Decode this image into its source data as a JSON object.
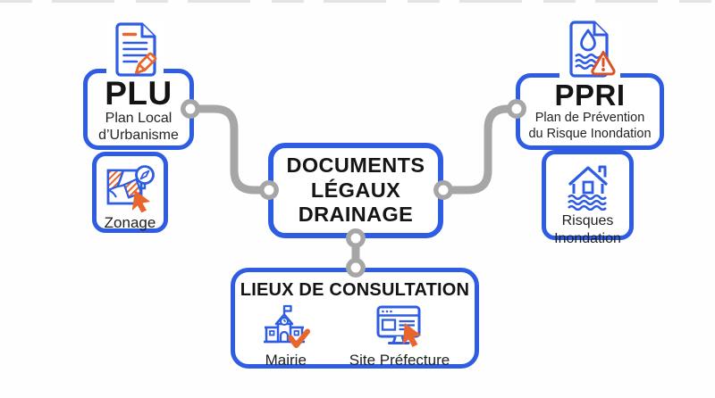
{
  "colors": {
    "box_border_blue": "#2e5ce2",
    "icon_blue": "#2e5ce2",
    "accent_orange": "#e8662d",
    "warning_red_orange": "#da5226",
    "connector_gray": "#a6a6a6",
    "text_black": "#1d1d1d",
    "background": "#fefefe"
  },
  "nodes": {
    "plu": {
      "title": "PLU",
      "subtitle1": "Plan Local",
      "subtitle2": "d’Urbanisme",
      "icon": "document-pencil-icon"
    },
    "zonage": {
      "label": "Zonage",
      "icon": "zoning-map-cursor-icon"
    },
    "center": {
      "line1": "DOCUMENTS",
      "line2": "LÉGAUX",
      "line3": "DRAINAGE"
    },
    "ppri": {
      "title": "PPRI",
      "subtitle1": "Plan de Prévention",
      "subtitle2": "du Risque Inondation",
      "icon": "flood-document-warning-icon"
    },
    "risques": {
      "label1": "Risques",
      "label2": "Inondation",
      "icon": "house-flood-icon"
    },
    "consultation": {
      "title": "LIEUX DE CONSULTATION",
      "items": [
        {
          "label": "Mairie",
          "icon": "town-hall-check-icon"
        },
        {
          "label": "Site Préfecture",
          "icon": "website-cursor-icon"
        }
      ]
    }
  }
}
